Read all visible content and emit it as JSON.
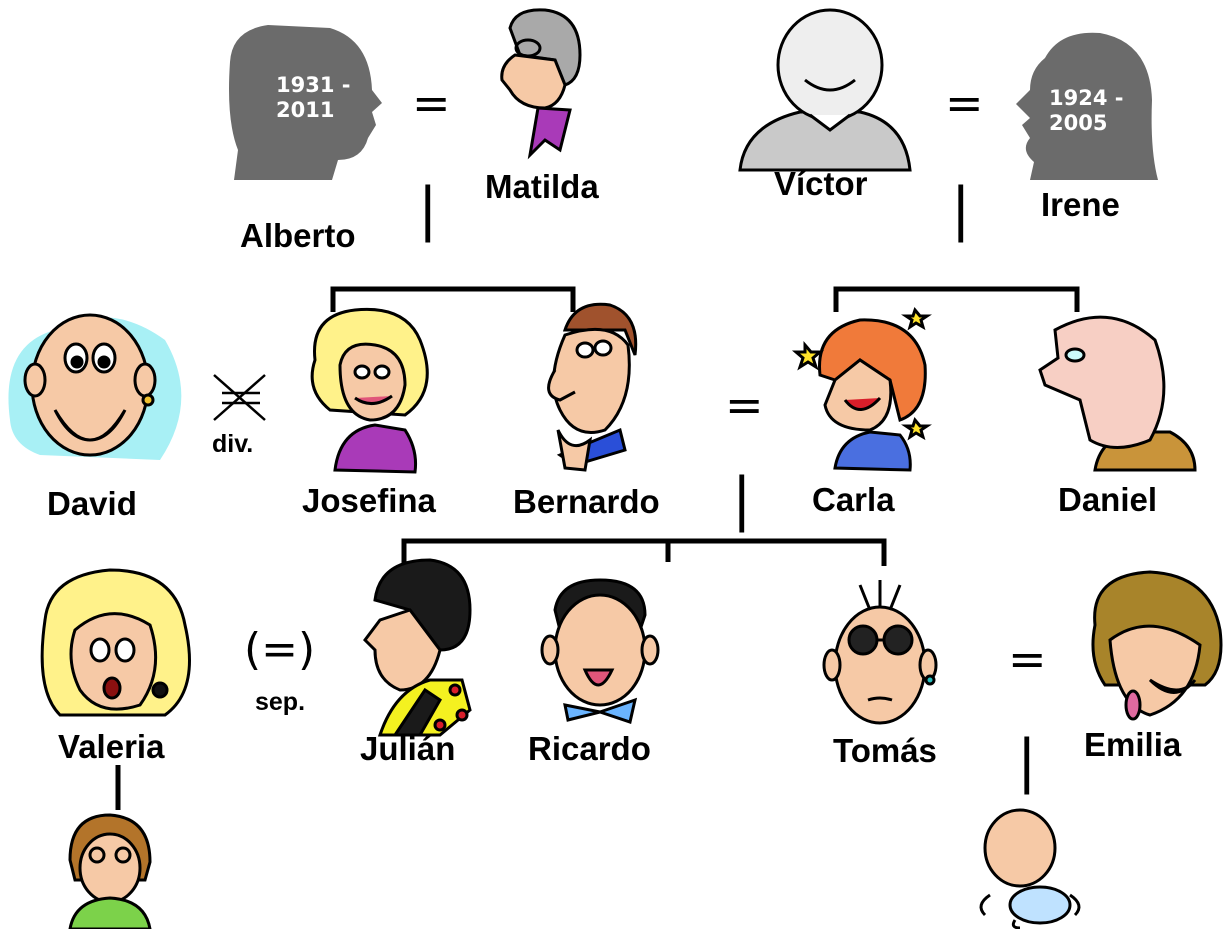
{
  "people": {
    "alberto": {
      "name": "Alberto",
      "years_line1": "1931 -",
      "years_line2": "2011"
    },
    "matilda": {
      "name": "Matilda"
    },
    "victor": {
      "name": "Víctor"
    },
    "irene": {
      "name": "Irene",
      "years_line1": "1924 -",
      "years_line2": "2005"
    },
    "david": {
      "name": "David"
    },
    "josefina": {
      "name": "Josefina"
    },
    "bernardo": {
      "name": "Bernardo"
    },
    "carla": {
      "name": "Carla"
    },
    "daniel": {
      "name": "Daniel"
    },
    "valeria": {
      "name": "Valeria"
    },
    "julian": {
      "name": "Julián"
    },
    "ricardo": {
      "name": "Ricardo"
    },
    "tomas": {
      "name": "Tomás"
    },
    "emilia": {
      "name": "Emilia"
    }
  },
  "relations": {
    "married": "=",
    "separated_symbol": "(=)",
    "separated_label": "sep.",
    "divorced_label": "div.",
    "descent": "|"
  },
  "colors": {
    "silhouette": "#6b6b6b",
    "line": "#000000",
    "skin": "#f6c9a6",
    "blonde": "#fff28a",
    "red_hair": "#f07a3a",
    "green": "#7cd24a",
    "purple": "#a93ab8",
    "blue": "#4a6fe0",
    "cyan_bg": "#a8f0f5"
  }
}
